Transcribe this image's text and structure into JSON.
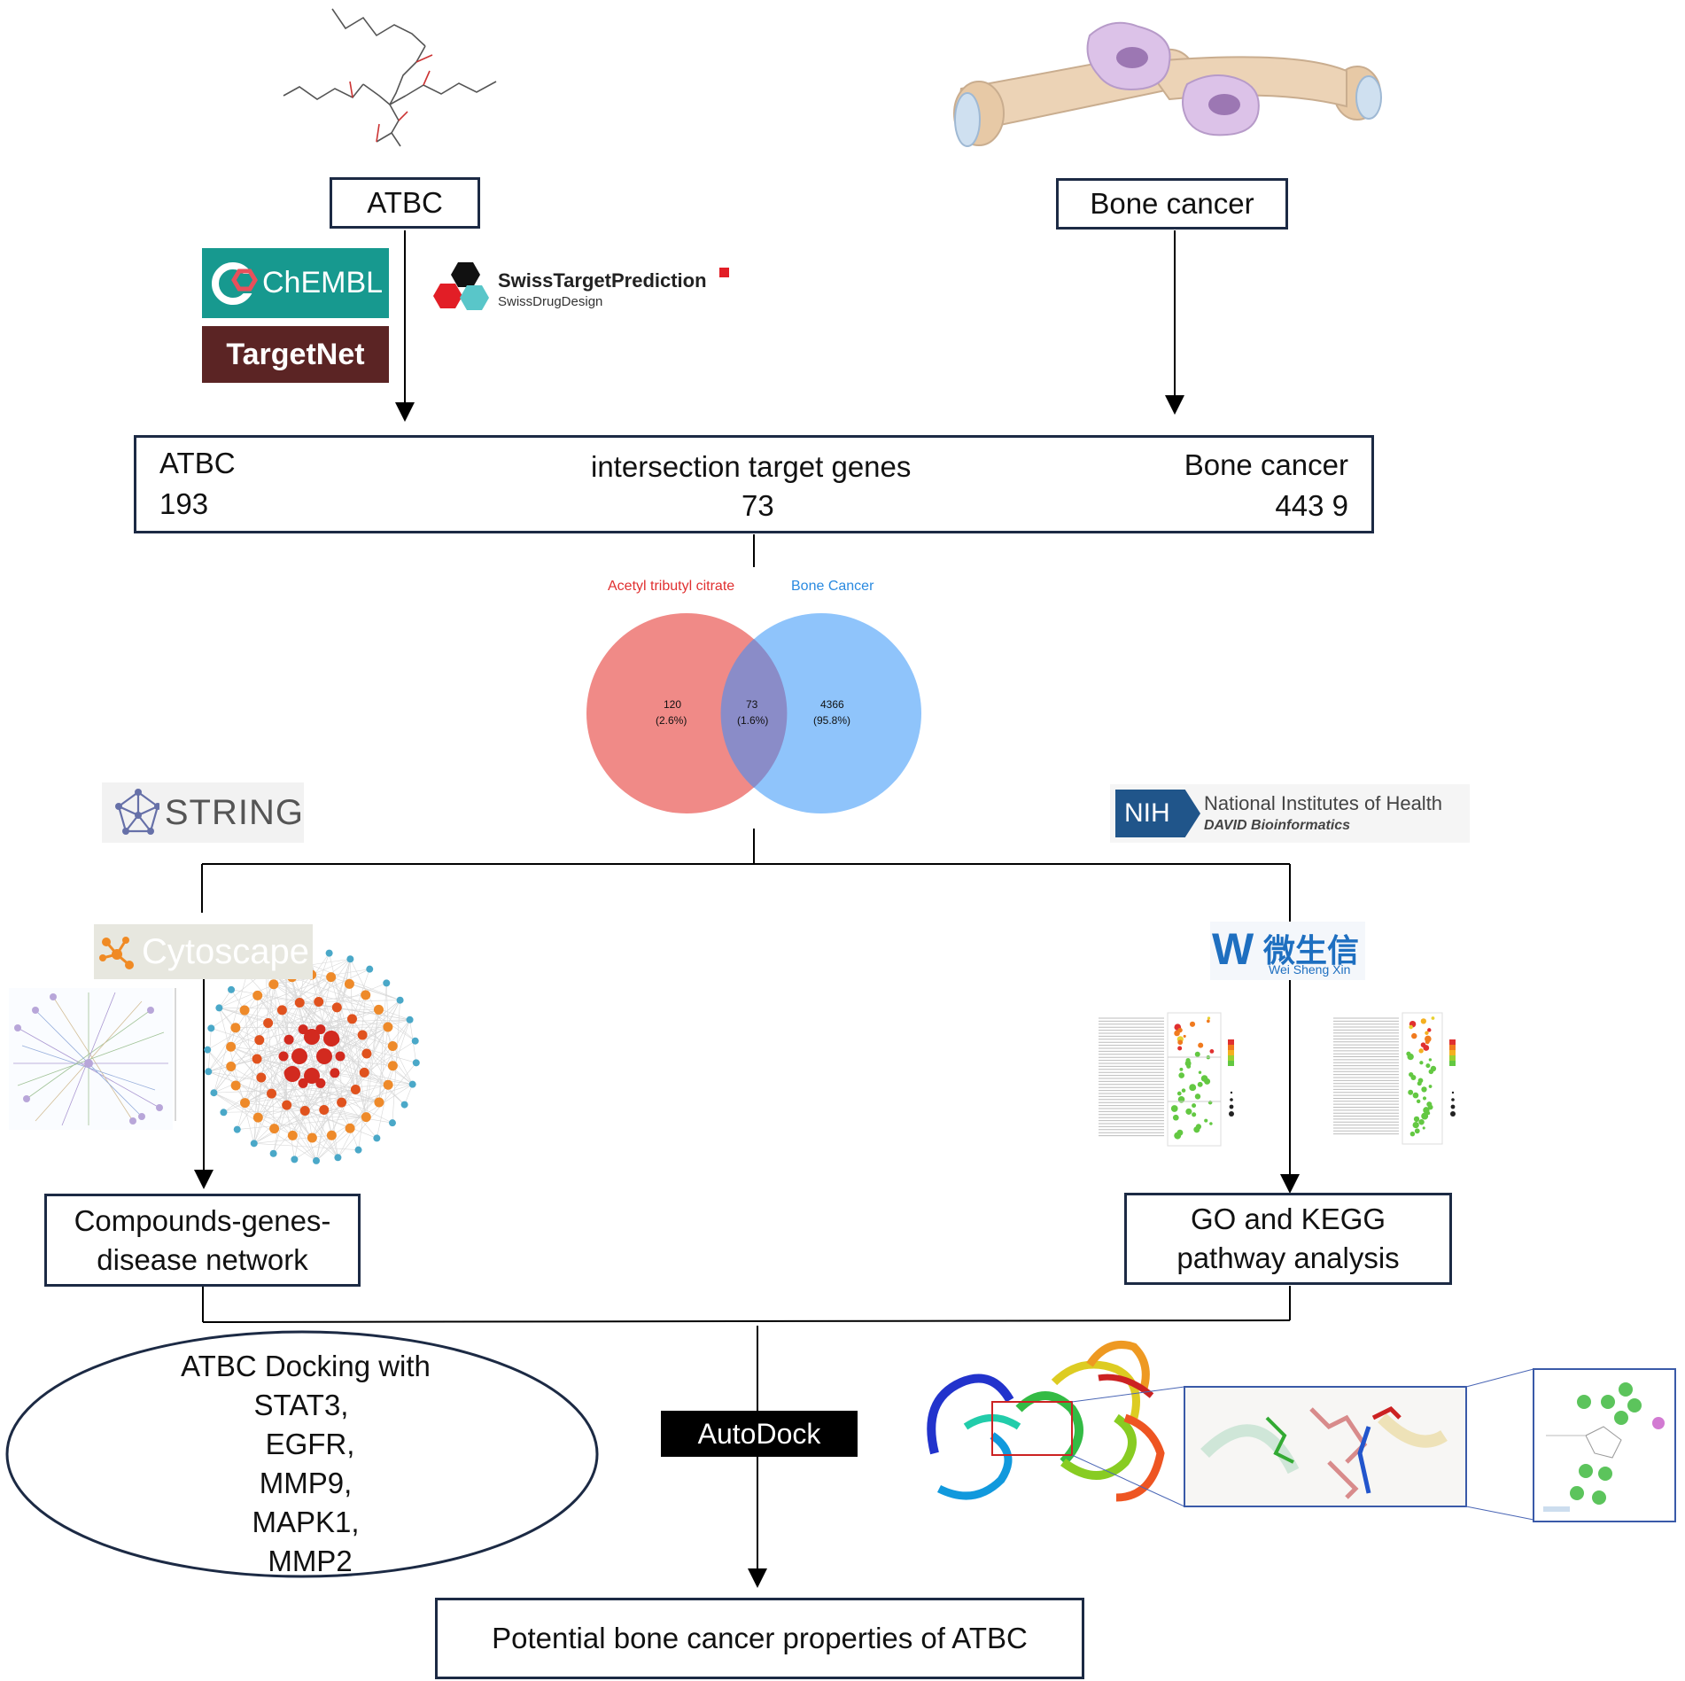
{
  "top": {
    "atbc_label": "ATBC",
    "bone_cancer_label": "Bone cancer"
  },
  "databases": {
    "chembl": "ChEMBL",
    "targetnet": "TargetNet",
    "swiss_title": "SwissTargetPrediction",
    "swiss_sub": "SwissDrugDesign",
    "string": "STRING",
    "nih_badge": "NIH",
    "nih_title": "National Institutes of Health",
    "nih_sub": "DAVID Bioinformatics",
    "cytoscape": "Cytoscape",
    "weishengxin_cn": "微生信",
    "weishengxin_en": "Wei Sheng Xin",
    "autodock": "AutoDock"
  },
  "intersection": {
    "left_label": "ATBC",
    "left_count": "193",
    "center_label": "intersection target genes",
    "center_count": "73",
    "right_label": "Bone cancer",
    "right_count": "443 9"
  },
  "venn": {
    "left_title": "Acetyl tributyl citrate",
    "right_title": "Bone Cancer",
    "left_value": "120",
    "left_pct": "(2.6%)",
    "center_value": "73",
    "center_pct": "(1.6%)",
    "right_value": "4366",
    "right_pct": "(95.8%)",
    "colors": {
      "left": "#f08a87",
      "right": "#8fc4fb",
      "overlap": "#8a8cc8"
    }
  },
  "network_box": {
    "line1": "Compounds-genes-",
    "line2": "disease network"
  },
  "pathway_box": {
    "line1": "GO and KEGG",
    "line2": "pathway analysis"
  },
  "docking": {
    "line1": "ATBC Docking with",
    "targets": [
      "STAT3,",
      "EGFR,",
      "MMP9,",
      "MAPK1,",
      "MMP2"
    ]
  },
  "result": {
    "label": "Potential bone cancer properties of ATBC"
  },
  "colors": {
    "box_border": "#1c2a44",
    "chembl_bg": "#17998f",
    "targetnet_bg": "#5b2424",
    "autodock_bg": "#000000"
  }
}
